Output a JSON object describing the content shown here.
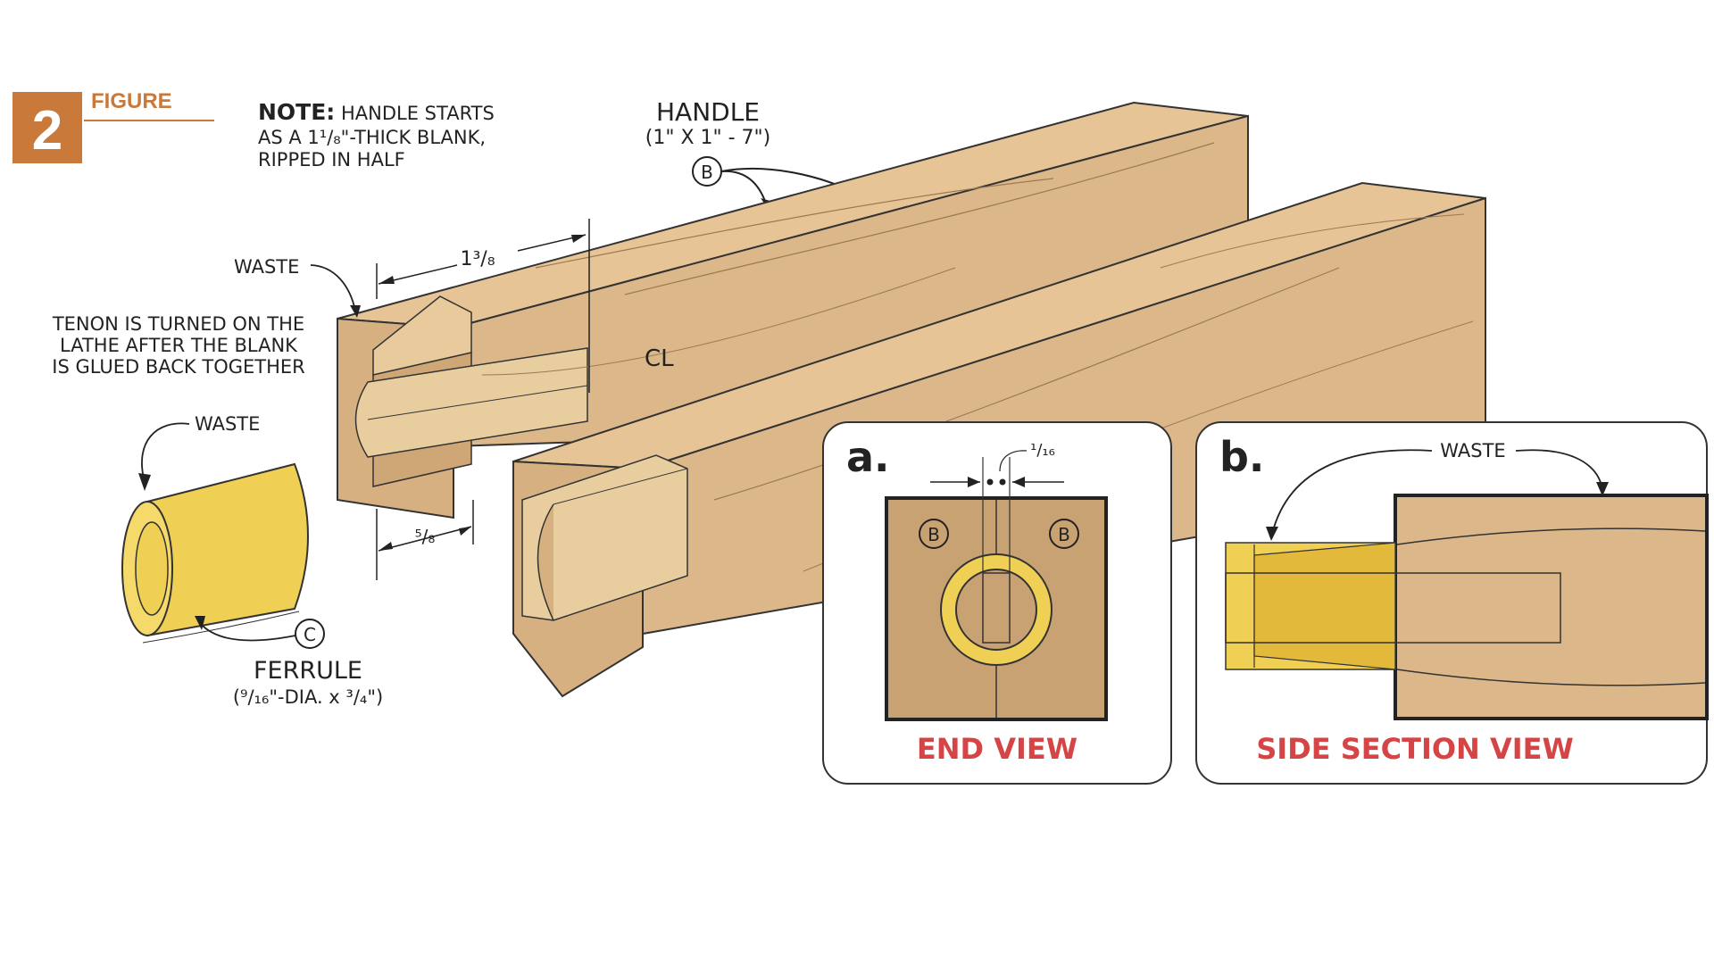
{
  "figure": {
    "number": "2",
    "word": "FIGURE"
  },
  "note": {
    "bold": "NOTE:",
    "line1": "HANDLE STARTS",
    "line2": "AS A 1¹/₈\"-THICK BLANK,",
    "line3": "RIPPED IN HALF"
  },
  "handle": {
    "title": "HANDLE",
    "dims": "(1\" X 1\" - 7\")",
    "callout": "B"
  },
  "waste_top": "WASTE",
  "tenon_note": {
    "line1": "TENON IS TURNED ON THE",
    "line2": "LATHE AFTER THE BLANK",
    "line3": "IS GLUED BACK TOGETHER"
  },
  "dims": {
    "length": "1³/₈",
    "shoulder": "⁵/₈",
    "gap": "¹/₁₆"
  },
  "centerline": "CL",
  "ferrule": {
    "waste": "WASTE",
    "callout": "C",
    "title": "FERRULE",
    "dims": "(⁹/₁₆\"-DIA. x ³/₄\")"
  },
  "detail_a": {
    "letter": "a.",
    "title": "END VIEW",
    "callout_left": "B",
    "callout_right": "B"
  },
  "detail_b": {
    "letter": "b.",
    "title": "SIDE SECTION VIEW",
    "waste": "WASTE"
  },
  "colors": {
    "wood": "#dcb78a",
    "wood_dark": "#c9a274",
    "brass": "#f0cf55",
    "badge": "#c97a3a",
    "view_title": "#d64545"
  }
}
